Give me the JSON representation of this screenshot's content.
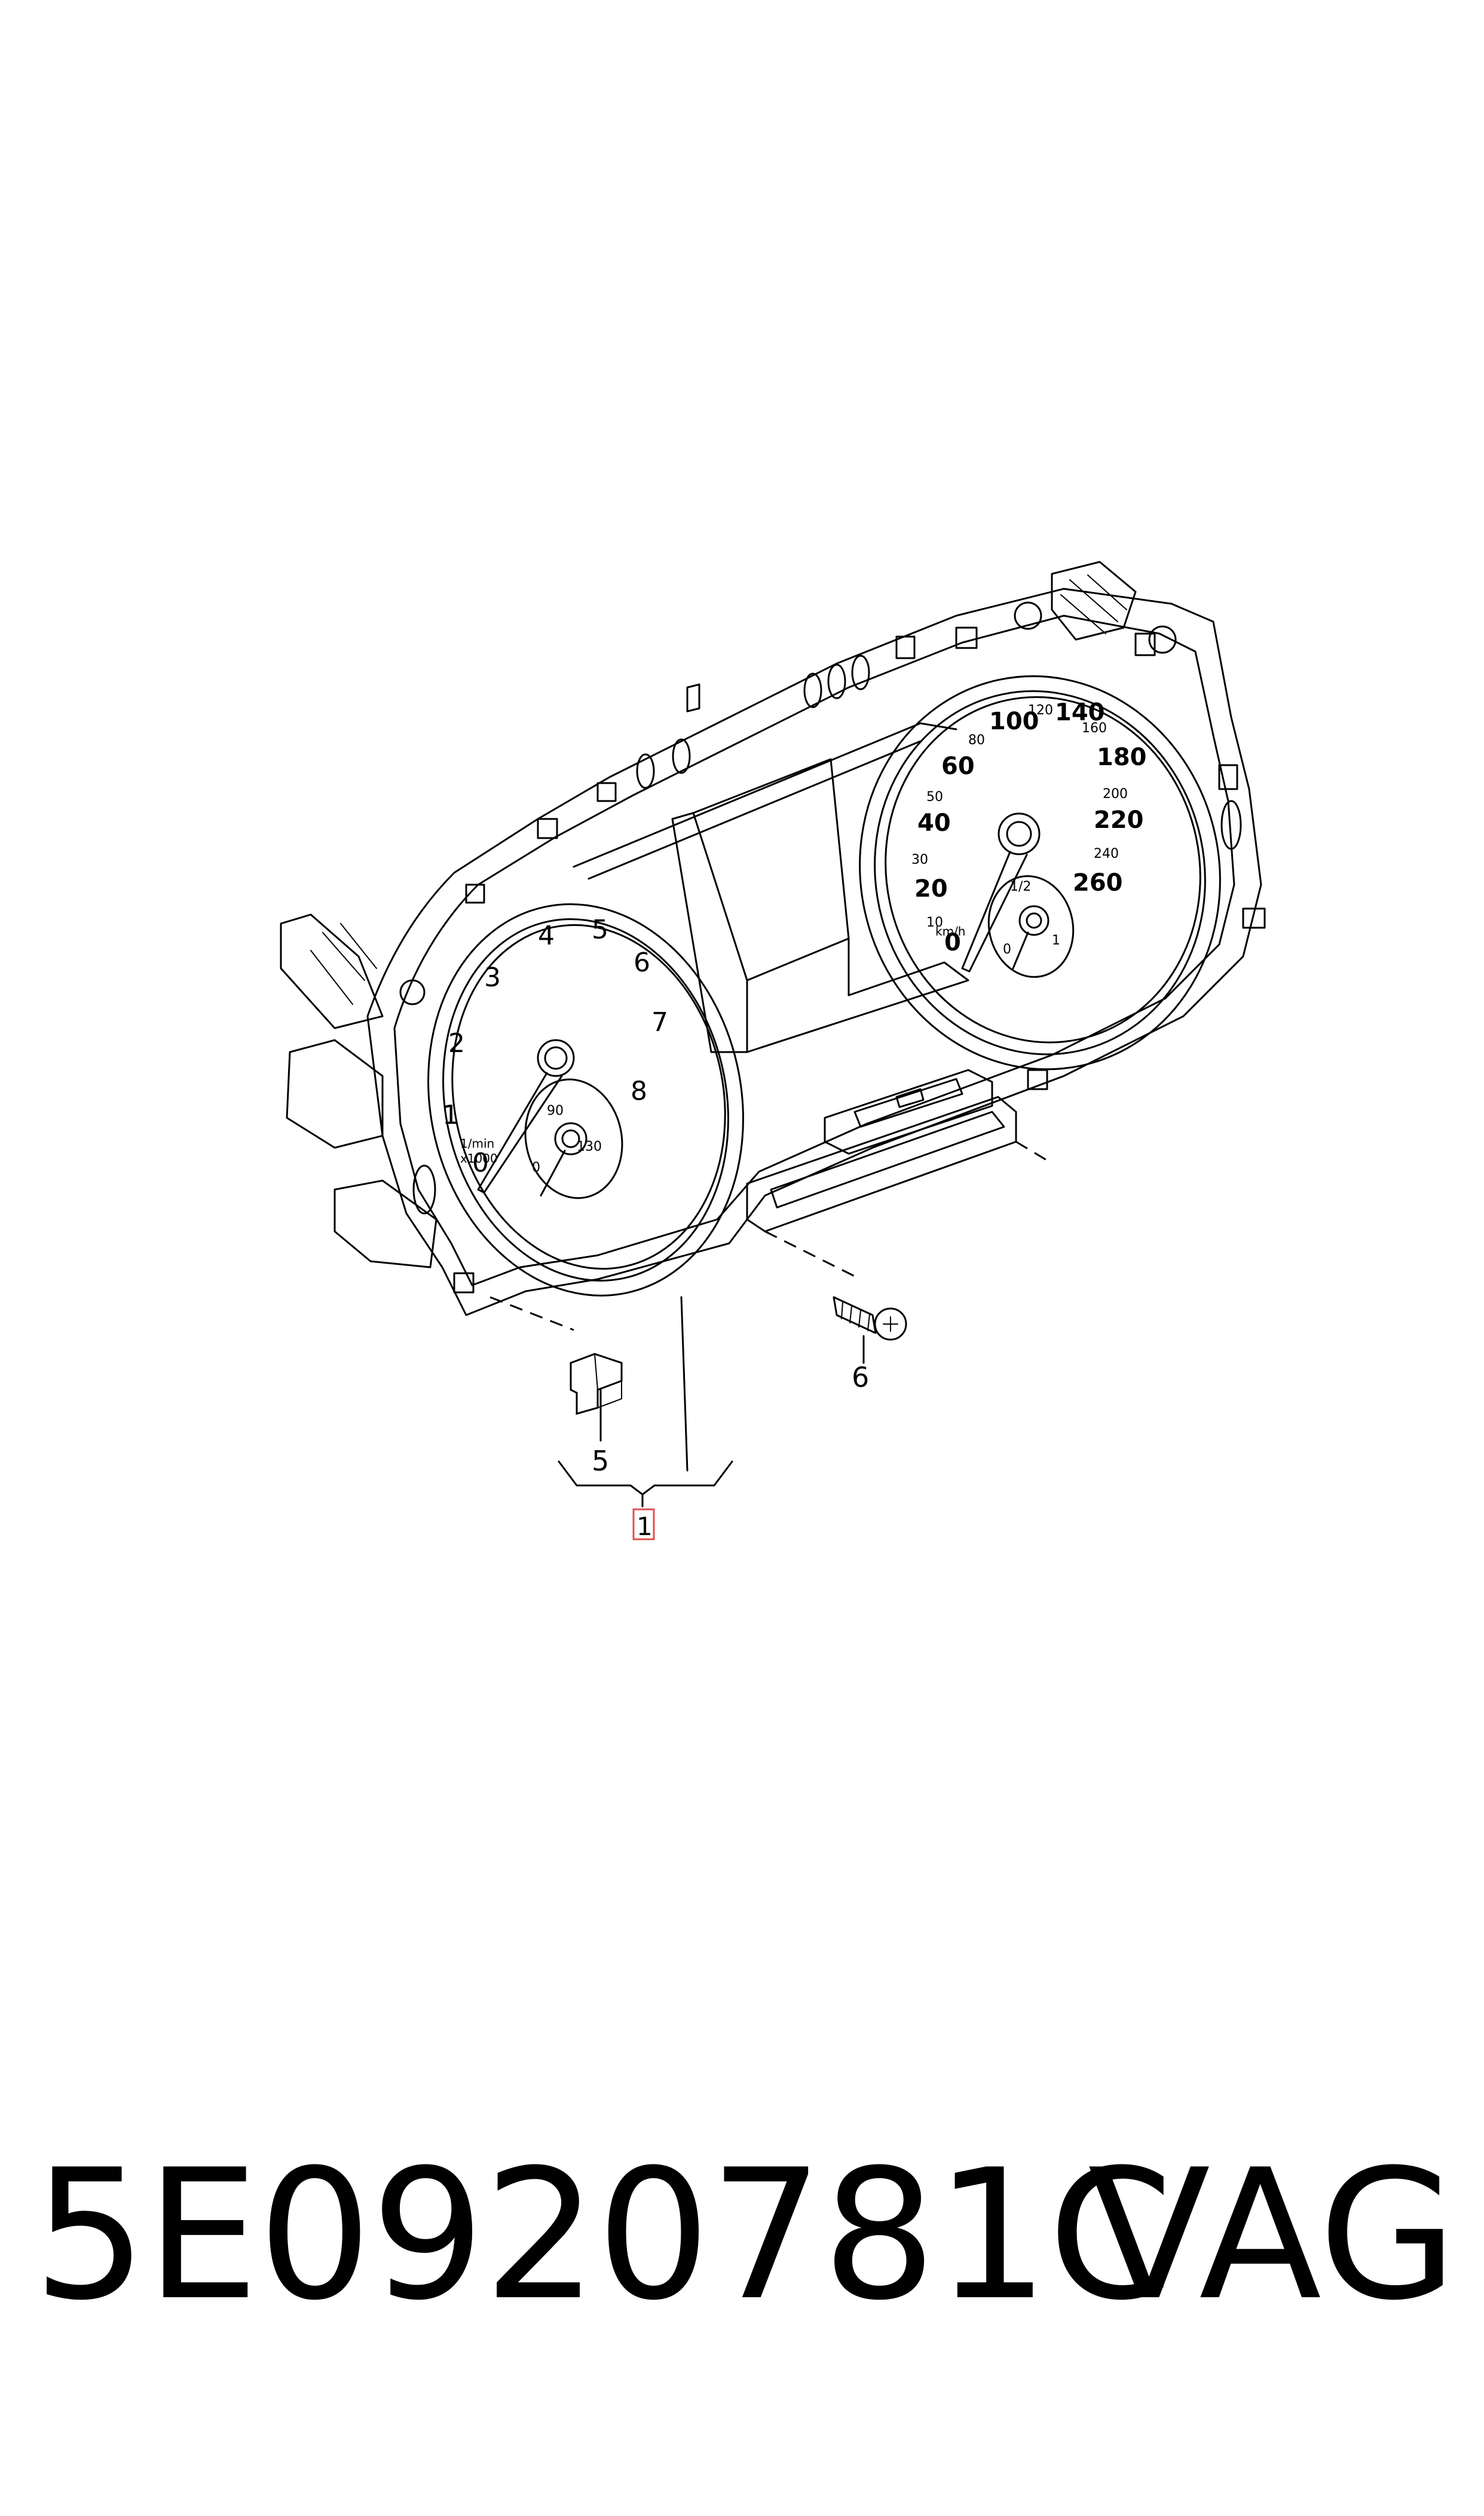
{
  "callouts": {
    "item_1": "1",
    "item_5": "5",
    "item_6": "6"
  },
  "tachometer": {
    "ticks": [
      "0",
      "1",
      "2",
      "3",
      "4",
      "5",
      "6",
      "7",
      "8"
    ],
    "unit_line1": "1/min",
    "unit_line2": "x1000",
    "temp_gauge": [
      "90",
      "0",
      "130"
    ]
  },
  "speedometer": {
    "major_ticks": [
      "0",
      "20",
      "40",
      "60",
      "100",
      "140",
      "180",
      "220",
      "260"
    ],
    "minor_ticks": [
      "10",
      "30",
      "50",
      "80",
      "120",
      "160",
      "200",
      "240"
    ],
    "unit": "km/h",
    "fuel_gauge": [
      "0",
      "1/2",
      "1"
    ]
  },
  "caption": {
    "part_number": "5E0920781C",
    "brand": "VAG"
  },
  "colors": {
    "line": "#000000",
    "highlight_box": "#e05050"
  }
}
